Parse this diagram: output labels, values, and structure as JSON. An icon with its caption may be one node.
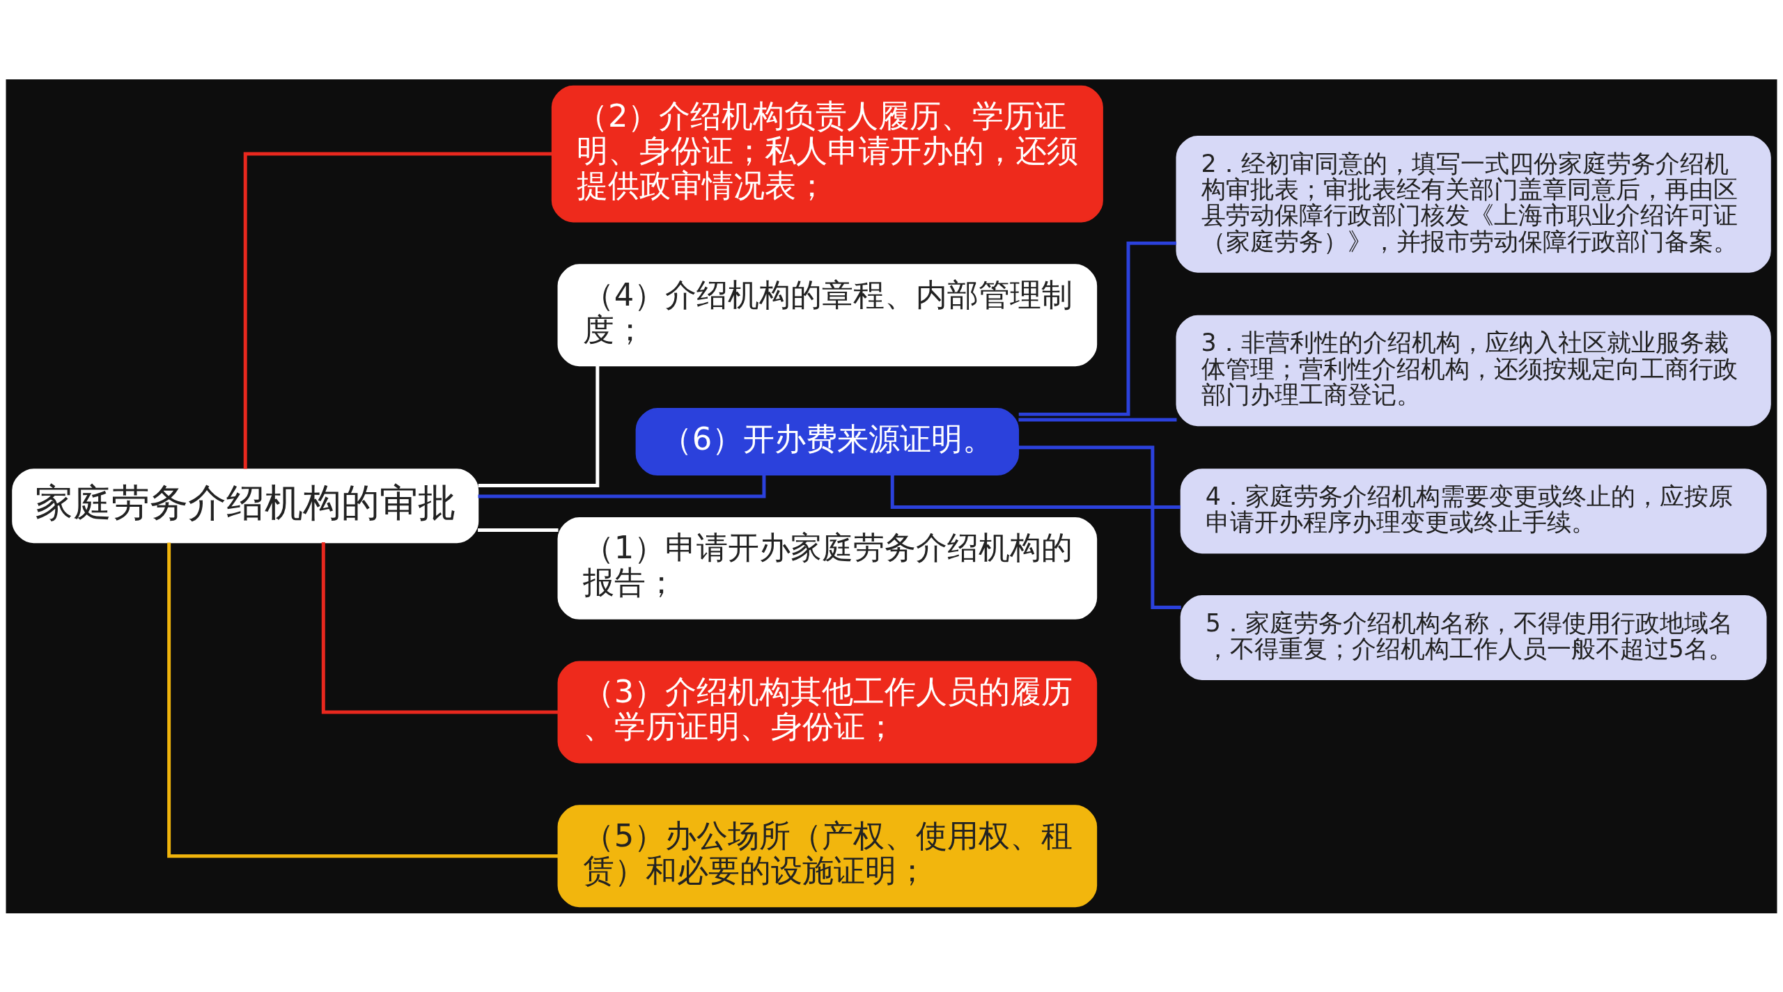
{
  "diagram": {
    "nodes": [
      {
        "text": [
          "家庭劳务介绍机构的审批"
        ]
      },
      {
        "text": [
          "（2）介绍机构负责人履历、学历证明、身份证；私人申请开办的，还须提供政审情况表；"
        ]
      },
      {
        "text": [
          "（4）介绍机构的章程、内部管理制度；"
        ]
      },
      {
        "text": [
          "（6）开办费来源证明。"
        ]
      },
      {
        "text": [
          "2．经初审同意的，填写一式四份家庭劳务介绍机构审批表；审批表经有关部门盖章同意后，再由区县劳动保障行政部门核发《上海市职业介绍许可证（家庭劳务）》，并报市劳动保障行政部门备案。"
        ]
      },
      {
        "text": [
          "3．非营利性的介绍机构，应纳入社区就业服务裁体管理；营利性介绍机构，还须按规定向工商行政部门办理工商登记。"
        ]
      },
      {
        "text": [
          "4．家庭劳务介绍机构需要变更或终止的，应按原申请开办程序办理变更或终止手续。"
        ]
      },
      {
        "text": [
          "5．家庭劳务介绍机构名称，不得使用行政地域名，不得重复；介绍机构工作人员一般不超过5名。"
        ]
      },
      {
        "text": [
          "（1）申请开办家庭劳务介绍机构的报告；"
        ]
      },
      {
        "text": [
          "（3）介绍机构其他工作人员的履历、学历证明、身份证；"
        ]
      },
      {
        "text": [
          "（5）办公场所（产权、使用权、租赁）和必要的设施证明；"
        ]
      }
    ],
    "edges": [
      {
        "from": 0,
        "to": 1,
        "arrow": "none",
        "color": "#e8281e"
      },
      {
        "from": 0,
        "to": 2,
        "arrow": "none",
        "color": "#ffffff"
      },
      {
        "from": 0,
        "to": 3,
        "arrow": "none"
      },
      {
        "from": 3,
        "to": 4,
        "arrow": "none"
      },
      {
        "from": 3,
        "to": 5,
        "arrow": "none"
      },
      {
        "from": 3,
        "to": 6,
        "arrow": "none"
      },
      {
        "from": 3,
        "to": 7,
        "arrow": "none"
      },
      {
        "from": 0,
        "to": 8,
        "arrow": "none",
        "color": "#ffffff"
      },
      {
        "from": 0,
        "to": 9,
        "arrow": "none",
        "color": "#e8281e"
      },
      {
        "from": 0,
        "to": 10,
        "arrow": "none",
        "color": "#f0b40c"
      }
    ]
  }
}
